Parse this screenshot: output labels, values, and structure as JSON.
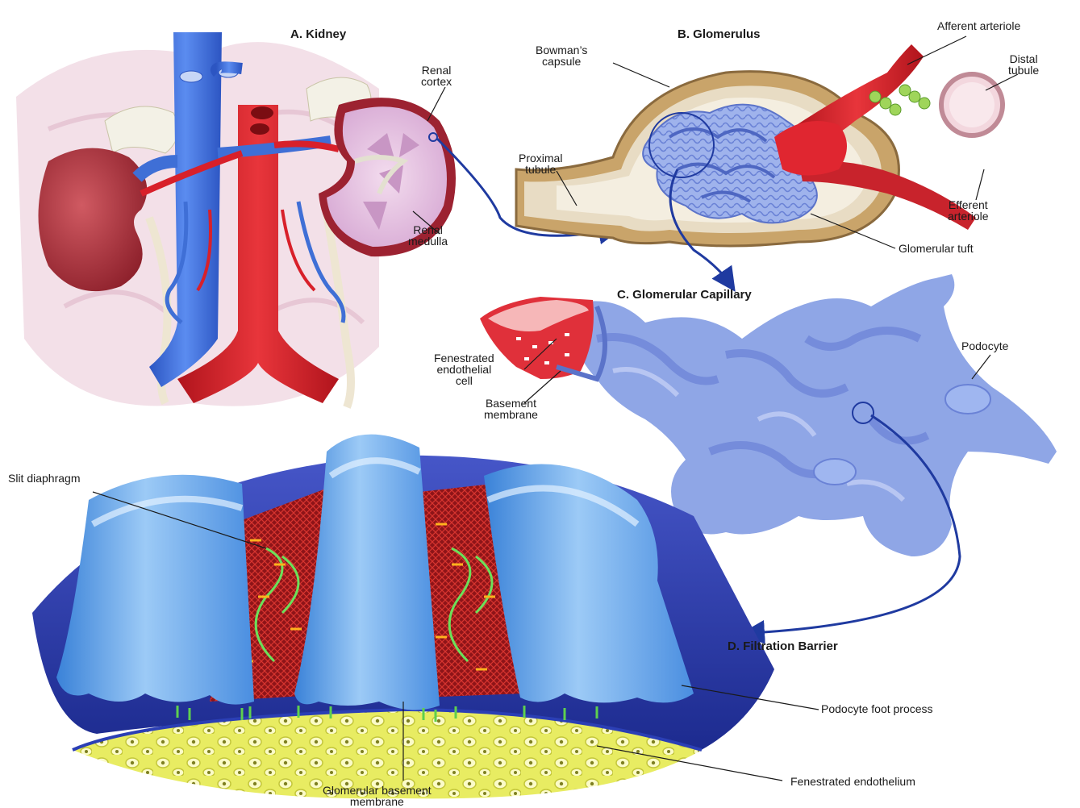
{
  "titles": {
    "kidney": "A. Kidney",
    "glomerulus": "B. Glomerulus",
    "capillary": "C. Glomerular Capillary",
    "barrier": "D. Filtration Barrier"
  },
  "labels": {
    "renal_cortex": "Renal\ncortex",
    "renal_medulla": "Renal\nmedulla",
    "bowmans_capsule": "Bowman’s\ncapsule",
    "afferent_arteriole": "Afferent arteriole",
    "distal_tubule": "Distal\ntubule",
    "proximal_tubule": "Proximal\ntubule",
    "efferent_arteriole": "Efferent\narteriole",
    "glomerular_tuft": "Glomerular tuft",
    "fenestrated_endothelial_cell": "Fenestrated\nendothelial\ncell",
    "basement_membrane": "Basement\nmembrane",
    "podocyte": "Podocyte",
    "slit_diaphragm": "Slit diaphragm",
    "podocyte_foot_process": "Podocyte foot process",
    "fenestrated_endothelium": "Fenestrated endothelium",
    "glomerular_basement_membrane": "Glomerular basement\nmembrane"
  },
  "colors": {
    "vein_blue": "#3f6fd6",
    "artery_red": "#d8202a",
    "kidney_maroon": "#a8323a",
    "capsule_tan": "#c9a46a",
    "capillary_blue": "#8fa6e6",
    "foot_process_blue": "#6ba8ec",
    "gbm_navy": "#2b3fb5",
    "endothelium_yellow": "#e6e85a",
    "arrow_navy": "#1f3aa0"
  }
}
